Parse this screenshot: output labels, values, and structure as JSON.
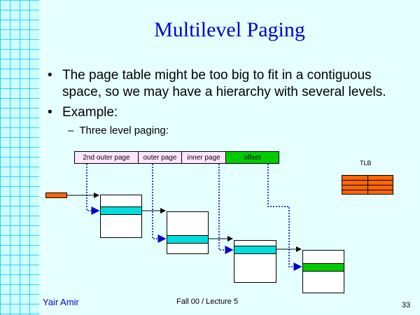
{
  "slide": {
    "title": "Multilevel Paging",
    "bullets": [
      {
        "line1": "The page table might be too big to fit in a contiguous",
        "line2": "space, so we may have a hierarchy with several levels."
      },
      {
        "line1": "Example:"
      }
    ],
    "sub_bullet": "Three level paging:",
    "bullet_glyph": "•",
    "sub_glyph": "–"
  },
  "diagram": {
    "fields": [
      "2nd outer page",
      "outer page",
      "inner page",
      "offset"
    ],
    "tlb_label": "TLB",
    "colors": {
      "field_bg": "#ffe6ff",
      "offset_bg": "#00cc00",
      "entry_cyan": "#00dddd",
      "entry_green": "#00cc00",
      "pointer_orange": "#ff6600",
      "arrow_blue": "#0000cc"
    }
  },
  "footer": {
    "author": "Yair Amir",
    "course": "Fall 00 / Lecture 5",
    "page": "33"
  }
}
